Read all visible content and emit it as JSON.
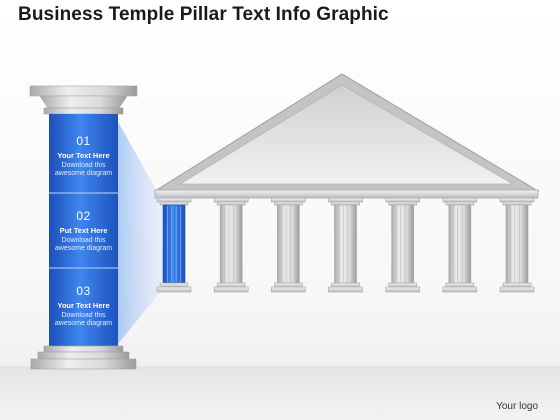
{
  "title": "Business Temple Pillar Text Info Graphic",
  "logo_text": "Your logo",
  "colors": {
    "accent_blue": "#2f6fe0",
    "accent_blue_dark": "#1a4fb8",
    "stone": "#d7d7d7",
    "stone_dark": "#9c9c9c"
  },
  "pillar_sections": [
    {
      "number": "01",
      "heading": "Your Text Here",
      "body": "Download this awesome diagram"
    },
    {
      "number": "02",
      "heading": "Put Text Here",
      "body": "Download this awesome diagram"
    },
    {
      "number": "03",
      "heading": "Your Text Here",
      "body": "Download this awesome diagram"
    }
  ],
  "temple": {
    "column_count": 7,
    "highlighted_column": 1
  }
}
